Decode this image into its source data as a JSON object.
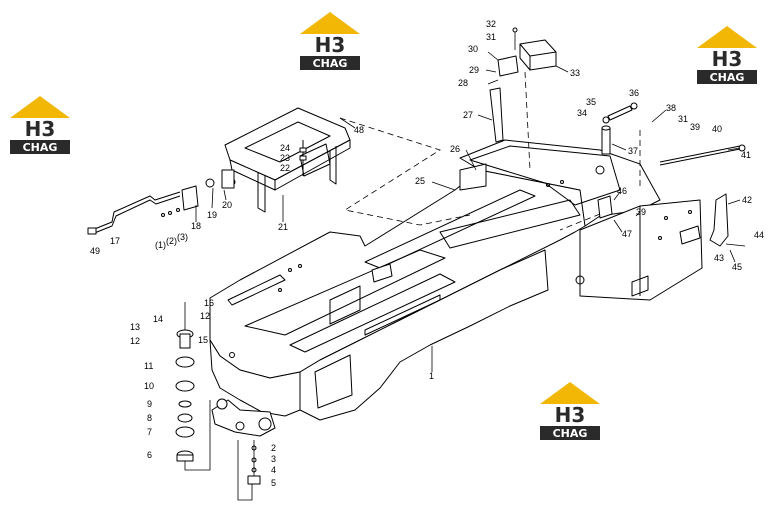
{
  "watermark": {
    "letters": "H3",
    "brand": "CHAG",
    "colors": {
      "roof": "#f2b705",
      "dark": "#2a2a2a",
      "light": "#ffffff"
    }
  },
  "callouts": [
    "1",
    "2",
    "3",
    "4",
    "5",
    "6",
    "7",
    "8",
    "9",
    "10",
    "11",
    "12",
    "12",
    "13",
    "14",
    "15",
    "16",
    "17",
    "18",
    "19",
    "20",
    "21",
    "22",
    "23",
    "24",
    "25",
    "26",
    "27",
    "28",
    "29",
    "30",
    "31",
    "31",
    "32",
    "33",
    "34",
    "35",
    "36",
    "37",
    "38",
    "39",
    "39",
    "40",
    "41",
    "42",
    "43",
    "44",
    "45",
    "46",
    "47",
    "48",
    "49",
    "(1)",
    "(2)",
    "(3)"
  ],
  "colors": {
    "line": "#000000",
    "background": "#ffffff"
  }
}
